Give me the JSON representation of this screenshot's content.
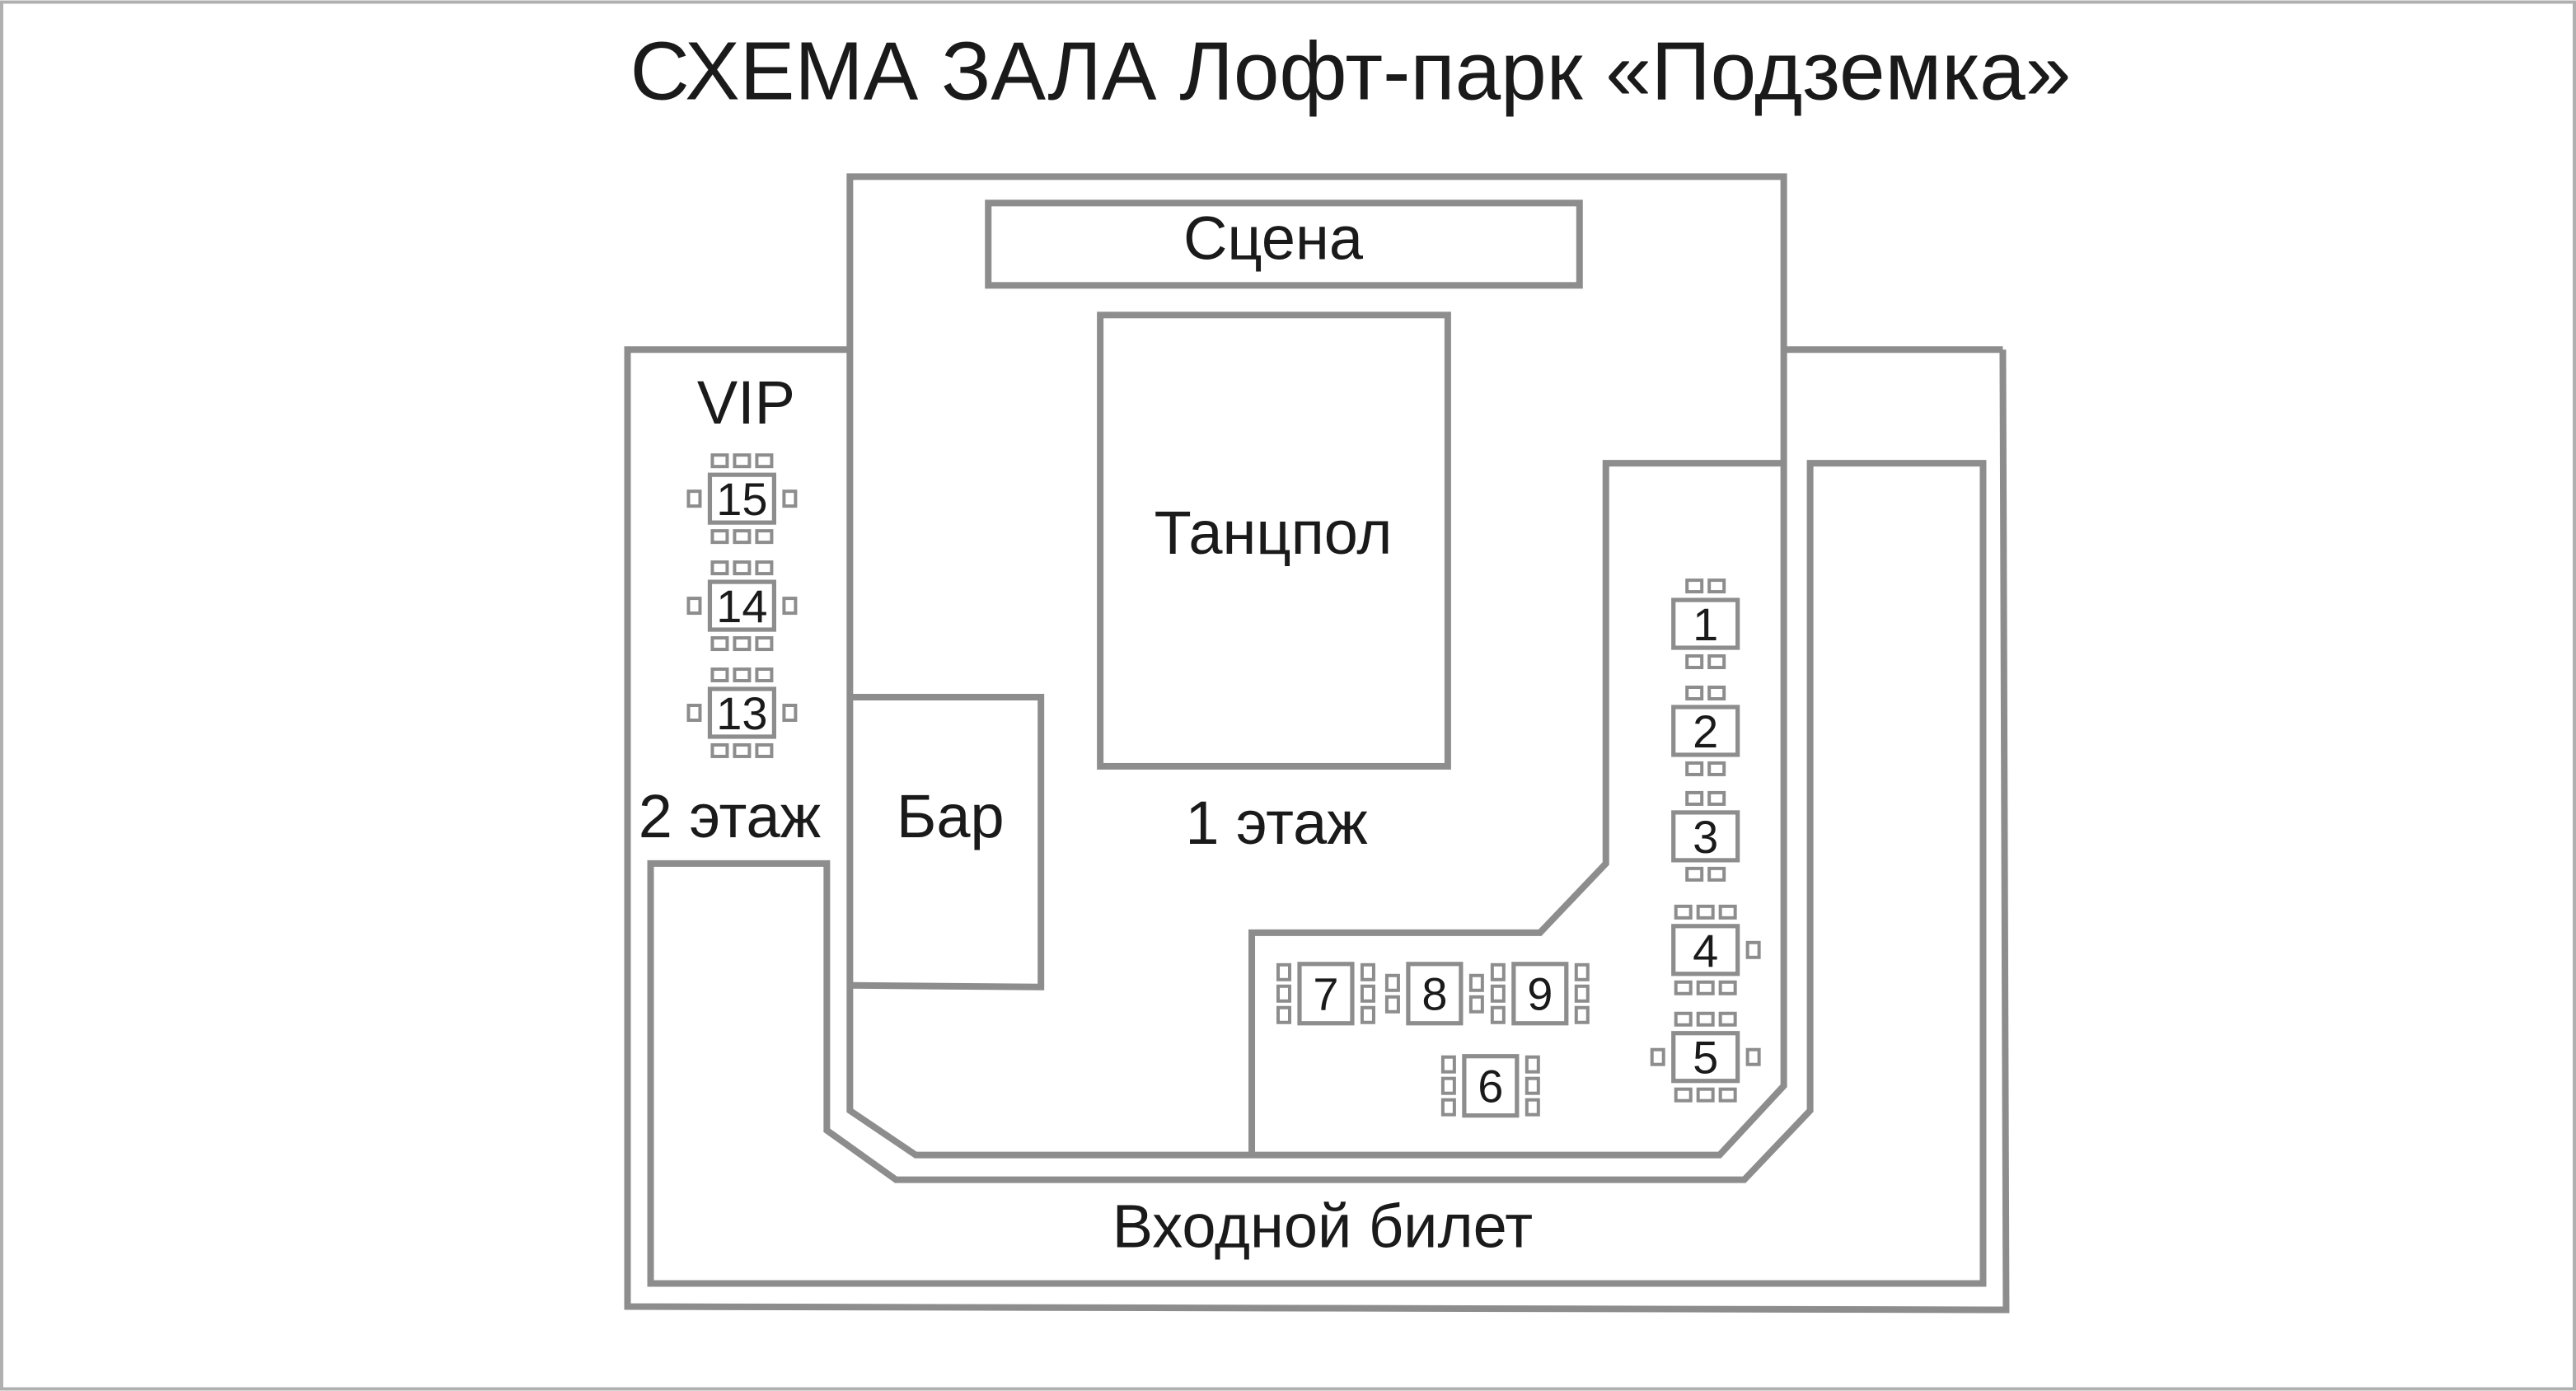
{
  "title": "СХЕМА ЗАЛА Лофт-парк «Подземка»",
  "zones": {
    "stage": "Сцена",
    "dance_floor": "Танцпол",
    "bar": "Бар",
    "vip": "VIP",
    "floor_2": "2 этаж",
    "floor_1": "1 этаж",
    "entry": "Входной билет"
  },
  "tables": [
    "1",
    "2",
    "3",
    "4",
    "5",
    "6",
    "7",
    "8",
    "9",
    "13",
    "14",
    "15"
  ],
  "colors": {
    "line": "#8d8d8d",
    "text": "#1a1a1a",
    "background": "#ffffff"
  }
}
